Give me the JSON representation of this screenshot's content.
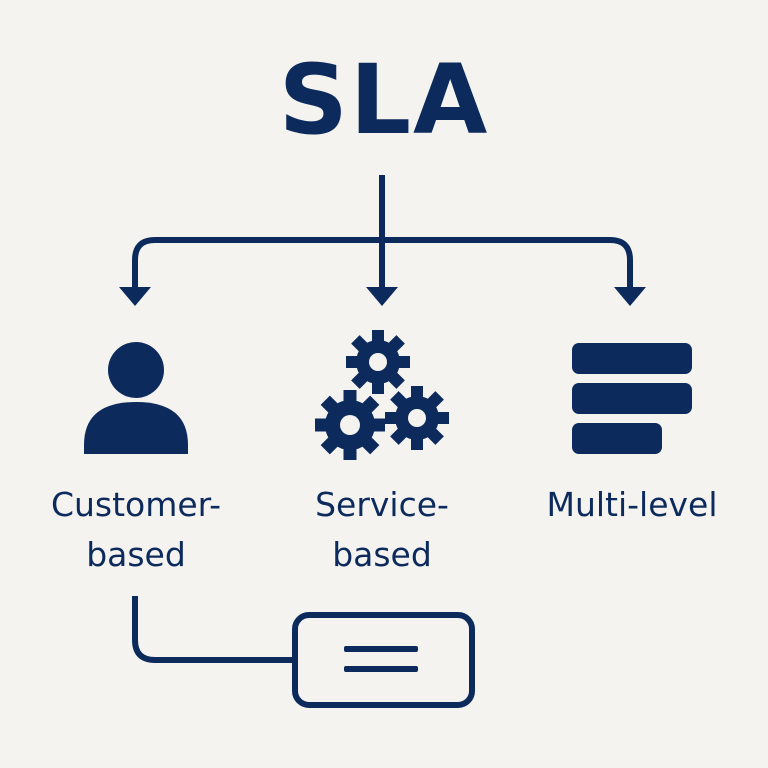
{
  "title": "SLA",
  "colors": {
    "primary": "#0c2b5c",
    "background": "#f5f3f0"
  },
  "types": [
    {
      "icon": "person-icon",
      "label_line1": "Customer-",
      "label_line2": "based"
    },
    {
      "icon": "gears-icon",
      "label_line1": "Service-",
      "label_line2": "based"
    },
    {
      "icon": "list-icon",
      "label_line1": "Multi-level",
      "label_line2": ""
    }
  ],
  "detail_box": {
    "icon": "equals-icon"
  }
}
